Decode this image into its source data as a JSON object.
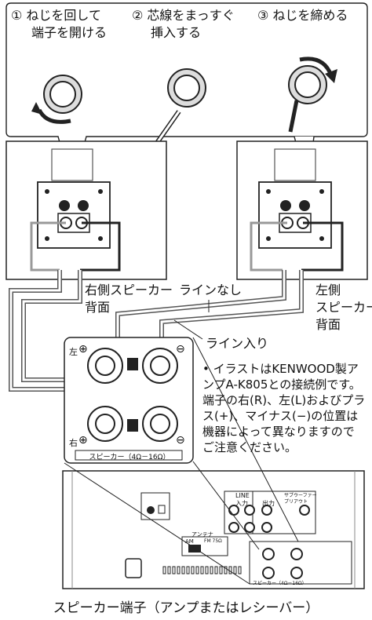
{
  "steps": [
    {
      "line1": "① ねじを回して",
      "line2": "端子を開ける"
    },
    {
      "line1": "② 芯線をまっすぐ",
      "line2": "挿入する"
    },
    {
      "line1": "③ ねじを締める",
      "line2": ""
    }
  ],
  "labels": {
    "right_speaker_1": "右側スピーカー",
    "right_speaker_2": "背面",
    "left_speaker_1": "左側",
    "left_speaker_2": "スピーカー",
    "left_speaker_3": "背面",
    "line_none": "ラインなし",
    "line_in": "ライン入り"
  },
  "panel": {
    "left_top": "左",
    "right_bottom": "右",
    "plus": "⊕",
    "minus": "⊖",
    "speaker_caption": "スピーカー（4Ω－16Ω）"
  },
  "note": "• イラストはKENWOOD製アンプA-K805との接続例です。端子の右(R)、左(L)およびプラス(+)、マイナス(−)の位置は機器によって異なりますのでご注意ください。",
  "amp": {
    "line": "LINE",
    "input": "入力",
    "output": "出力",
    "subwoofer": "サブウーファー\nプリアウト",
    "antenna": "アンテナ",
    "am": "AM",
    "fm": "FM 75Ω",
    "speaker_small": "スピーカー（4Ω－16Ω）"
  },
  "caption": "スピーカー端子（アンプまたはレシーバー）"
}
